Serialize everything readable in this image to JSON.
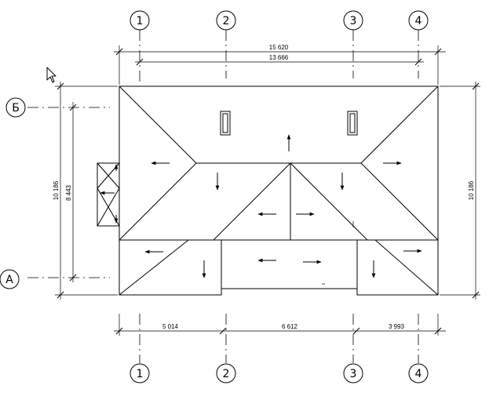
{
  "grid_axes": {
    "numbered": [
      "1",
      "2",
      "3",
      "4"
    ],
    "lettered": [
      "Б",
      "А"
    ]
  },
  "dimensions": {
    "top_overall": "15 620",
    "top_inner": "13 666",
    "bottom_segments": [
      "5 014",
      "6 612",
      "3 993"
    ],
    "left_overall": "10 186",
    "left_inner": "8 443",
    "right_overall": "10 186"
  },
  "icons": {
    "cursor": "mouse-pointer-icon",
    "slope_arrow": "slope-arrow-icon"
  }
}
